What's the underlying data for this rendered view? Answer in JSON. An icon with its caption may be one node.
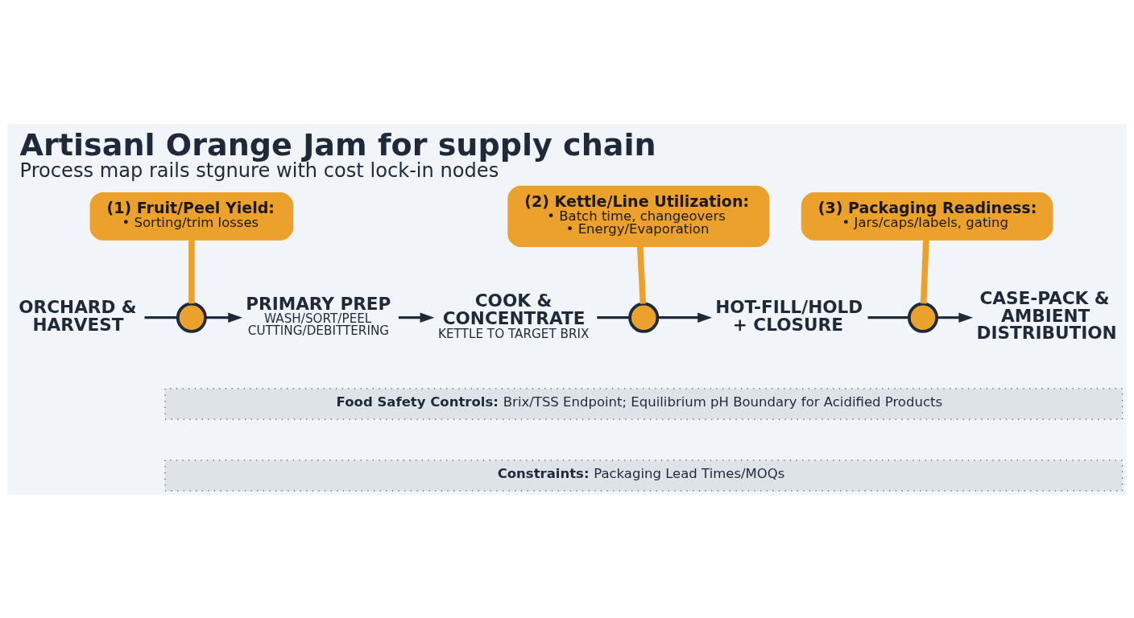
{
  "diagram": {
    "title": "Artisanl Orange Jam for supply chain",
    "caption": "Process map rails stgnure with cost lock-in nodes",
    "nodes": [
      {
        "text": [
          "ORCHARD & HARVEST"
        ]
      },
      {
        "text": [],
        "shape": "circle"
      },
      {
        "text": [
          "PRIMARY PREP",
          "WASH/SORT/PEEL CUTTING/DEBITTERING"
        ]
      },
      {
        "text": [
          "COOK & CONCENTRATE",
          "KETTLE TO TARGET BRIX"
        ]
      },
      {
        "text": [],
        "shape": "circle"
      },
      {
        "text": [
          "HOT-FILL/HOLD + CLOSURE"
        ]
      },
      {
        "text": [],
        "shape": "circle"
      },
      {
        "text": [
          "CASE-PACK & AMBIENT DISTRIBUTION"
        ]
      },
      {
        "text": [
          "(1) Fruit/Peel Yield:",
          "• Sorting/trim losses"
        ]
      },
      {
        "text": [
          "(2) Kettle/Line Utilization:",
          "• Batch time, changeovers",
          "• Energy/Evaporation"
        ]
      },
      {
        "text": [
          "(3) Packaging Readiness:",
          "• Jars/caps/labels, gating"
        ]
      },
      {
        "text": [
          "Food Safety Controls:",
          "Brix/TSS Endpoint; Equilibrium pH Boundary for Acidified Products"
        ]
      },
      {
        "text": [
          "Constraints:",
          "Packaging Lead Times/MOQs"
        ]
      }
    ],
    "edges": [
      {
        "from": 0,
        "to": 1,
        "arrow": "none"
      },
      {
        "from": 1,
        "to": 2,
        "arrow": "to"
      },
      {
        "from": 2,
        "to": 3,
        "arrow": "to"
      },
      {
        "from": 3,
        "to": 4,
        "arrow": "none"
      },
      {
        "from": 4,
        "to": 5,
        "arrow": "to"
      },
      {
        "from": 5,
        "to": 6,
        "arrow": "none"
      },
      {
        "from": 6,
        "to": 7,
        "arrow": "to"
      },
      {
        "from": 8,
        "to": 1,
        "arrow": "none",
        "style": "thick",
        "color": "#eba12c"
      },
      {
        "from": 9,
        "to": 4,
        "arrow": "none",
        "style": "thick",
        "color": "#eba12c"
      },
      {
        "from": 10,
        "to": 6,
        "arrow": "none",
        "style": "thick",
        "color": "#eba12c"
      }
    ]
  }
}
